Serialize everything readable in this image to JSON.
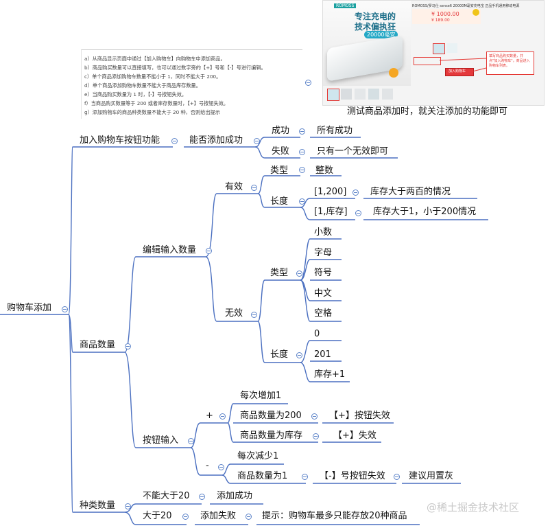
{
  "root": "购物车添加",
  "branches": {
    "add_button": {
      "label": "加入购物车按钮功能",
      "can_add": "能否添加成功",
      "success": "成功",
      "success_desc": "所有成功",
      "fail": "失败",
      "fail_desc": "只有一个无效即可"
    },
    "quantity": {
      "label": "商品数量",
      "edit": {
        "label": "编辑输入数量",
        "valid": {
          "label": "有效",
          "type_label": "类型",
          "type_value": "整数",
          "length_label": "长度",
          "range1": "[1,200]",
          "range1_desc": "库存大于两百的情况",
          "range2": "[1,库存]",
          "range2_desc": "库存大于1，小于200情况"
        },
        "invalid": {
          "label": "无效",
          "type_label": "类型",
          "types": [
            "小数",
            "字母",
            "符号",
            "中文",
            "空格"
          ],
          "length_label": "长度",
          "lengths": [
            "0",
            "201",
            "库存+1"
          ]
        }
      },
      "button_input": {
        "label": "按钮输入",
        "plus": {
          "label": "+",
          "each": "每次增加1",
          "c1": "商品数量为200",
          "c1_result": "【+】按钮失效",
          "c2": "商品数量为库存",
          "c2_result": "【+】失效"
        },
        "minus": {
          "label": "-",
          "each": "每次减少1",
          "c1": "商品数量为1",
          "c1_result": "【-】号按钮失效",
          "c1_suggestion": "建议用置灰"
        }
      }
    },
    "kinds": {
      "label": "种类数量",
      "le20": "不能大于20",
      "le20_result": "添加成功",
      "gt20": "大于20",
      "gt20_result": "添加失败",
      "gt20_tip": "提示：购物车最多只能存放20种商品"
    }
  },
  "note_lines": [
    "a）从商品显示页面中通过【加入购物车】向购物车中添加商品。",
    "b）商品购买数量可以直接填写，也可以通过数字旁的【+】号和【-】号进行编辑。",
    "c）单个商品添加购物车数量不能小于 1，同时不能大于 200。",
    "d）单个商品添加购物车数量不能大于商品库存数量。",
    "e）当商品购买数量为 1 时，【-】号按钮失效。",
    "f）当商品购买数量等于 200 或者库存数量时，【+】号按钮失效。",
    "g）添加购物车的商品种类数量不能大于 20 种，否则给出提示"
  ],
  "screenshot": {
    "brand": "ROMOSS",
    "headline1": "专注充电的",
    "headline2": "技术偏执狂",
    "capacity": "20000毫安",
    "product_title": "ROMOSS/罗马仕 sense6 20000M毫安充电宝 正品手机通用移动电源",
    "price": "¥ 1000.00",
    "price2": "¥ 189.00",
    "add_cart": "加入购物车",
    "callout": "填写商品购买数量，并点\"加入购物车\"，商品进入购物车列表。"
  },
  "caption": "测试商品添加时，就关注添加的功能即可",
  "watermark": "@稀土掘金技术社区",
  "colors": {
    "line": "#5b82c8",
    "underline": "#4a6fc0",
    "callout_border": "#e53935",
    "price": "#e4393c",
    "accent_green": "#1aa0a0"
  }
}
